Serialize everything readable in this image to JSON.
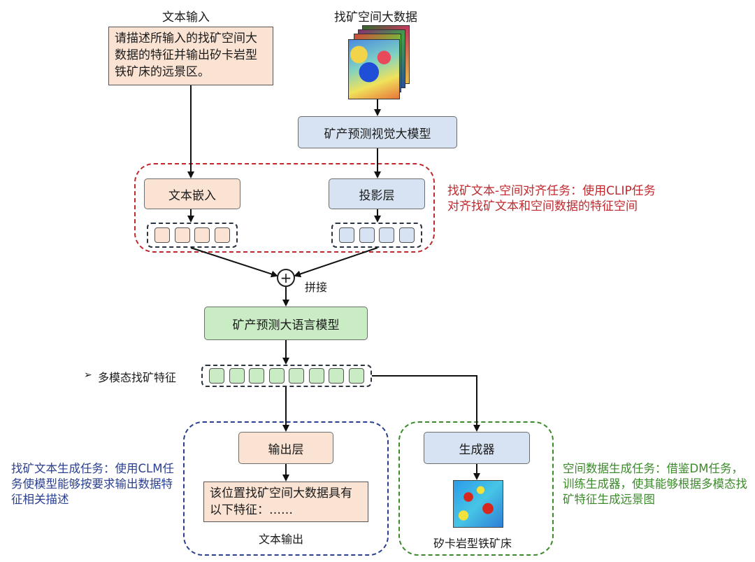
{
  "text_input": {
    "title": "文本输入",
    "prompt": "请描述所输入的找矿空间大数据的特征并输出矽卡岩型铁矿床的远景区。"
  },
  "spatial_data": {
    "title": "找矿空间大数据"
  },
  "vision_model": {
    "label": "矿产预测视觉大模型"
  },
  "alignment": {
    "text_embed": "文本嵌入",
    "projection": "投影层",
    "note": "找矿文本-空间对齐任务：使用CLIP任务对齐找矿文本和空间数据的特征空间",
    "note_color": "#c0282d"
  },
  "concat": {
    "symbol": "+",
    "label": "拼接"
  },
  "llm": {
    "label": "矿产预测大语言模型"
  },
  "features": {
    "bullet": "➢",
    "label": "多模态找矿特征"
  },
  "text_gen": {
    "output_layer": "输出层",
    "output_text": "该位置找矿空间大数据具有以下特征：……",
    "caption": "文本输出",
    "note": "找矿文本生成任务：使用CLM任务使模型能够按要求输出数据特征相关描述",
    "note_color": "#2a3f8f"
  },
  "spatial_gen": {
    "generator": "生成器",
    "caption": "矽卡岩型铁矿床",
    "note": "空间数据生成任务：借鉴DM任务，训练生成器，使其能够根据多模态找矿特征生成远景图",
    "note_color": "#3b8a2a"
  },
  "colors": {
    "red_region": "#c0282d",
    "blue_region": "#2a3f8f",
    "green_region": "#3b8a2a",
    "peach": "#fbe3d3",
    "blue": "#d7e3f2",
    "green": "#c9ecc4"
  }
}
